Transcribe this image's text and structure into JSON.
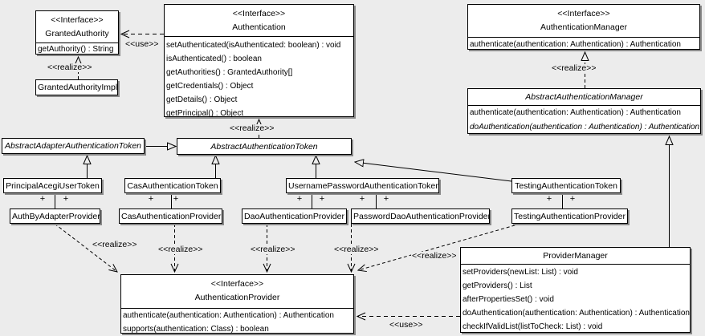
{
  "background_color": "#ececec",
  "box_shadow_color": "#8a8a8a",
  "plus_sign": "+",
  "labels": {
    "use_granted_authority": "<<use>>",
    "use_provider_manager": "<<use>>",
    "realize_granted_authority": "<<realize>>",
    "realize_authentication": "<<realize>>",
    "realize_authentication_manager": "<<realize>>",
    "realize_auth_by_adapter": "<<realize>>",
    "realize_cas": "<<realize>>",
    "realize_dao": "<<realize>>",
    "realize_password_dao": "<<realize>>",
    "realize_testing": "<<realize>>"
  },
  "classes": {
    "granted_authority": {
      "stereotype": "<<Interface>>",
      "name": "GrantedAuthority",
      "methods": [
        "getAuthority() : String"
      ]
    },
    "granted_authority_impl": {
      "name": "GrantedAuthorityImpl"
    },
    "authentication": {
      "stereotype": "<<Interface>>",
      "name": "Authentication",
      "methods": [
        "setAuthenticated(isAuthenticated: boolean) : void",
        "isAuthenticated() : boolean",
        "getAuthorities() : GrantedAuthority[]",
        "getCredentials() : Object",
        "getDetails() : Object",
        "getPrincipal() : Object"
      ]
    },
    "authentication_manager": {
      "stereotype": "<<Interface>>",
      "name": "AuthenticationManager",
      "methods": [
        "authenticate(authentication: Authentication) : Authentication"
      ]
    },
    "abstract_authentication_manager": {
      "name": "AbstractAuthenticationManager",
      "abstract": true,
      "methods": [
        "authenticate(authentication: Authentication) : Authentication",
        "doAuthentication(authentication : Authentication) : Authentication"
      ]
    },
    "abstract_adapter_authentication_token": {
      "name": "AbstractAdapterAuthenticationToken",
      "abstract": true
    },
    "abstract_authentication_token": {
      "name": "AbstractAuthenticationToken",
      "abstract": true
    },
    "principal_acegi_user_token": {
      "name": "PrincipalAcegiUserToken"
    },
    "cas_authentication_token": {
      "name": "CasAuthenticationToken"
    },
    "username_password_authentication_token": {
      "name": "UsernamePasswordAuthenticationToken"
    },
    "testing_authentication_token": {
      "name": "TestingAuthenticationToken"
    },
    "auth_by_adapter_provider": {
      "name": "AuthByAdapterProvider"
    },
    "cas_authentication_provider": {
      "name": "CasAuthenticationProvider"
    },
    "dao_authentication_provider": {
      "name": "DaoAuthenticationProvider"
    },
    "password_dao_authentication_provider": {
      "name": "PasswordDaoAuthenticationProvider"
    },
    "testing_authentication_provider": {
      "name": "TestingAuthenticationProvider"
    },
    "authentication_provider": {
      "stereotype": "<<Interface>>",
      "name": "AuthenticationProvider",
      "methods": [
        "authenticate(authentication: Authentication) : Authentication",
        "supports(authentication: Class) : boolean"
      ]
    },
    "provider_manager": {
      "name": "ProviderManager",
      "methods": [
        "setProviders(newList: List) : void",
        "getProviders() : List",
        "afterPropertiesSet() : void",
        "doAuthentication(authentication: Authentication) : Authentication",
        "checkIfValidList(listToCheck: List) : void"
      ]
    }
  }
}
